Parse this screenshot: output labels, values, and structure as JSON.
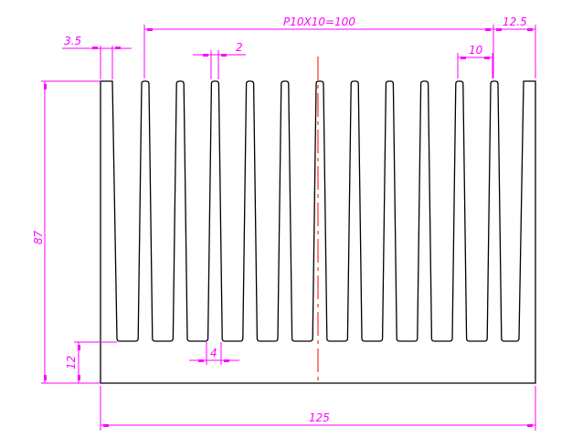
{
  "drawing": {
    "colors": {
      "outline": "#000000",
      "dimension": "#ff00ff",
      "centerline": "#ff0000"
    },
    "fin_count": 13,
    "dimensions": {
      "fin_edge_width": "3.5",
      "fin_tip_width": "2",
      "pitch_total": "P10X10=100",
      "end_offset": "12.5",
      "pitch": "10",
      "height": "87",
      "base_thickness": "12",
      "fin_base_width": "4",
      "total_width": "125"
    }
  }
}
